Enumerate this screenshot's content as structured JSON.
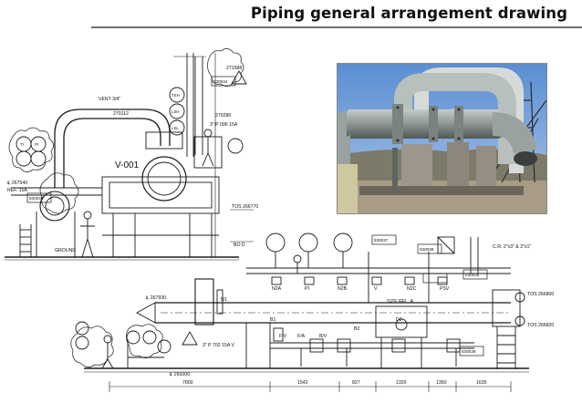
{
  "header": {
    "title": "Piping general arrangement drawing"
  },
  "labels": {
    "vessel_tag": "V-001",
    "vent": "VENT 3/4\"",
    "ground": "GROUND",
    "line_270112": "270112",
    "line_271588": "271588",
    "line_270280": "270280",
    "box_530044": "530044",
    "pipe_3p": "3\" P 096 15A",
    "cl_267540": "℄ 267540",
    "ref_15a": "REF. 15A",
    "box_530045": "530045",
    "tos_266770": "TOS 266770",
    "bo_d": "BO D",
    "box_530037": "530037",
    "box_530038": "530038",
    "box_530036": "530036",
    "n2a": "N2A",
    "pi": "PI",
    "n2b": "N2B",
    "v": "V",
    "n2c": "N2C",
    "psv": "PSV",
    "cl_267930": "℄ 267930",
    "tos_266800": "TOS 266800",
    "tos_266820": "TOS 266820",
    "ref_2x3": "C.R. 2\"x3\" & 2\"x1\"",
    "box_530039": "530039",
    "n1": "N1",
    "pipe_702": "3\" P 702 15A V",
    "elev_265000": "℄ 265000",
    "dim_7800": "7800",
    "dim_1542": "1542",
    "dim_827": "827",
    "dim_1320": "1320",
    "dim_1350": "1350",
    "dim_1635": "1635",
    "size_rel": "SIZE REL. A",
    "b1": "B1",
    "d2": "D2",
    "b2": "B2",
    "fiv": "FIV",
    "fa": "F/A",
    "bv": "B/V",
    "ball_ti": "TI",
    "ball_pi": "PI",
    "ball_tsh": "TSH",
    "ball_lsh": "LSH",
    "ball_lsl": "LSL"
  },
  "photo": {
    "subject": "outdoor piping loop with flanged spools on concrete supports",
    "sky_color": "#79a6dc",
    "pipe_color": "#8c9592"
  }
}
